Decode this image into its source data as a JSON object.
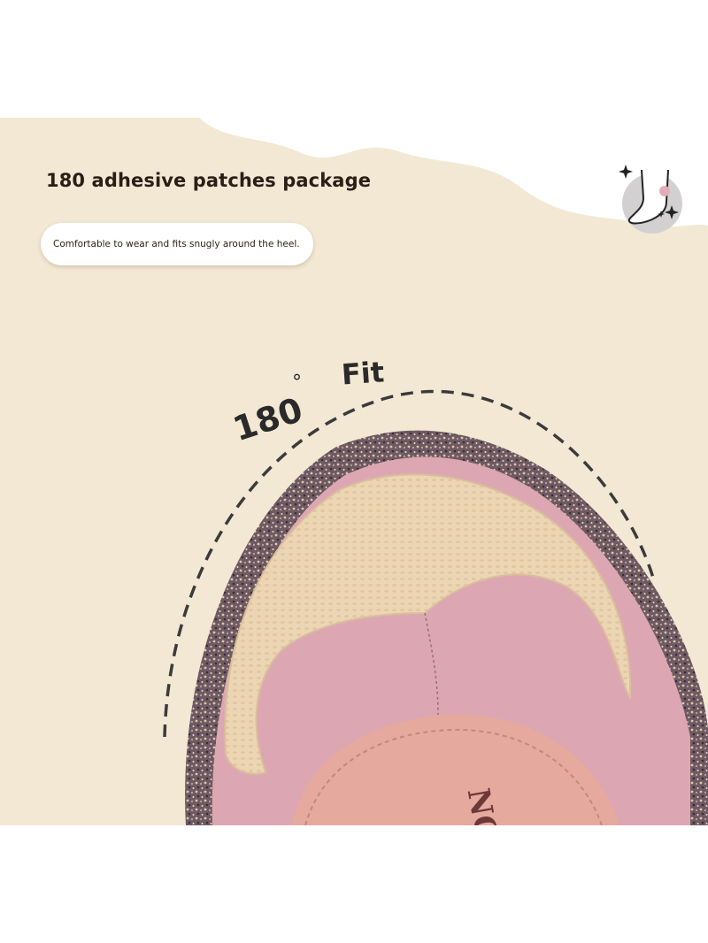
{
  "headline": "180 adhesive patches package",
  "subtitle": "Comfortable to wear and fits snugly around the heel.",
  "arc_label": {
    "degrees": "180",
    "degree_symbol": "°",
    "fit": "Fit"
  },
  "sole_print": "NO",
  "icons": {
    "badge": "heel-sparkle-icon"
  },
  "colors": {
    "background": "#f3e8d4",
    "shoe_pink": "#dca7b2",
    "pad_beige": "#ecd5b3",
    "dash": "#3b3b3b"
  }
}
